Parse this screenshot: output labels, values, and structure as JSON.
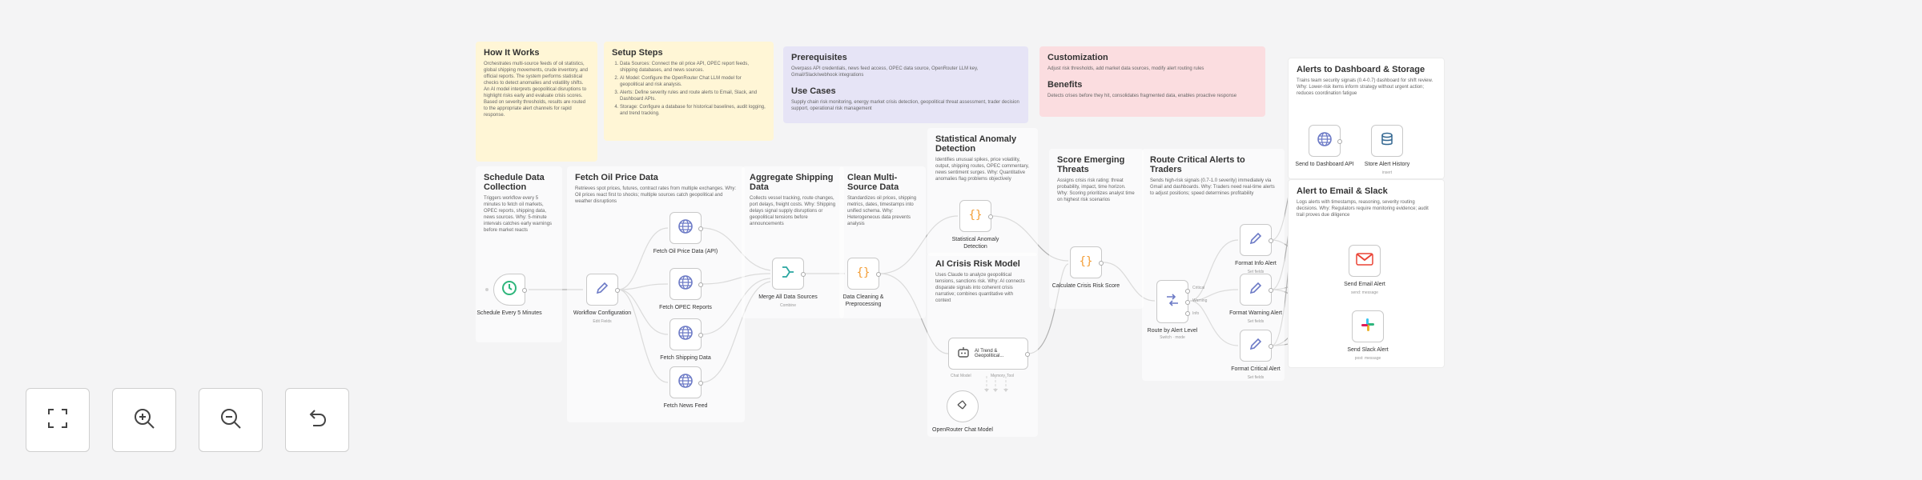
{
  "stickies": {
    "how": {
      "title": "How It Works",
      "body": "Orchestrates multi-source feeds of oil statistics, global shipping movements, crude inventory, and official reports. The system performs statistical checks to detect anomalies and volatility shifts. An AI model interprets geopolitical disruptions to highlight risks early and evaluate crisis scores. Based on severity thresholds, results are routed to the appropriate alert channels for rapid response."
    },
    "setup": {
      "title": "Setup Steps",
      "steps": [
        "Data Sources: Connect the oil price API, OPEC report feeds, shipping databases, and news sources.",
        "AI Model: Configure the OpenRouter Chat LLM model for geopolitical and risk analysis.",
        "Alerts: Define severity rules and route alerts to Email, Slack, and Dashboard APIs.",
        "Storage: Configure a database for historical baselines, audit logging, and trend tracking."
      ]
    },
    "prereq": {
      "title": "Prerequisites",
      "body": "Overpass API credentials, news feed access, OPEC data source, OpenRouter LLM key, Gmail/Slack/webhook integrations",
      "title2": "Use Cases",
      "body2": "Supply chain risk monitoring, energy market crisis detection, geopolitical threat assessment, trader decision support, operational risk management"
    },
    "custom": {
      "title": "Customization",
      "body": "Adjust risk thresholds, add market data sources, modify alert routing rules",
      "title2": "Benefits",
      "body2": "Detects crises before they hit, consolidates fragmented data, enables proactive response"
    },
    "schedule": {
      "title": "Schedule Data Collection",
      "body": "Triggers workflow every 5 minutes to fetch oil markets, OPEC reports, shipping data, news sources. Why: 5-minute intervals catches early warnings before market reacts"
    },
    "fetch": {
      "title": "Fetch Oil Price Data",
      "body": "Retrieves spot prices, futures, contract rates from multiple exchanges. Why: Oil prices react first to shocks; multiple sources catch geopolitical and weather disruptions"
    },
    "aggregate": {
      "title": "Aggregate Shipping Data",
      "body": "Collects vessel tracking, route changes, port delays, freight costs. Why: Shipping delays signal supply disruptions or geopolitical tensions before announcements"
    },
    "clean": {
      "title": "Clean Multi-Source Data",
      "body": "Standardizes oil prices, shipping metrics, dates, timestamps into unified schema. Why: Heterogeneous data prevents analysis"
    },
    "stat": {
      "title": "Statistical Anomaly Detection",
      "body": "Identifies unusual spikes, price volatility, output, shipping routes, OPEC commentary, news sentiment surges. Why: Quantitative anomalies flag problems objectively"
    },
    "ai": {
      "title": "AI Crisis Risk Model",
      "body": "Uses Claude to analyze geopolitical tensions, sanctions risk. Why: AI connects disparate signals into coherent crisis narrative; combines quantitative with context"
    },
    "score": {
      "title": "Score Emerging Threats",
      "body": "Assigns crisis risk rating: threat probability, impact, time horizon. Why: Scoring prioritizes analyst time on highest risk scenarios"
    },
    "route": {
      "title": "Route Critical Alerts to Traders",
      "body": "Sends high-risk signals (0.7-1.0 severity) immediately via Gmail and dashboards. Why: Traders need real-time alerts to adjust positions; speed determines profitability"
    },
    "dash": {
      "title": "Alerts to Dashboard & Storage",
      "body": "Trains team security signals (0.4-0.7) dashboard for shift review. Why: Lower-risk items inform strategy without urgent action; reduces coordination fatigue"
    },
    "email": {
      "title": "Alert to Email & Slack",
      "body": "Logs alerts with timestamps, reasoning, severity routing decisions. Why: Regulators require monitoring evidence; audit trail proves due diligence"
    }
  },
  "nodes": {
    "schedule": {
      "label": "Schedule Every 5 Minutes"
    },
    "config": {
      "label": "Workflow Configuration",
      "sub": "Edit Fields"
    },
    "oilprice": {
      "label": "Fetch Oil Price Data (API)"
    },
    "opec": {
      "label": "Fetch OPEC Reports"
    },
    "shipping": {
      "label": "Fetch Shipping Data"
    },
    "news": {
      "label": "Fetch News Feed"
    },
    "merge": {
      "label": "Merge All Data Sources",
      "sub": "Combine"
    },
    "cleaning": {
      "label": "Data Cleaning & Preprocessing"
    },
    "anomaly": {
      "label": "Statistical Anomaly Detection"
    },
    "aitrend": {
      "label": "AI Trend & Geopolitical...",
      "ports": [
        "Chat Model",
        "Memory",
        "Tool"
      ]
    },
    "openrouter": {
      "label": "OpenRouter Chat Model"
    },
    "crisis": {
      "label": "Calculate Crisis Risk Score"
    },
    "route": {
      "label": "Route by Alert Level",
      "sub": "Switch · mode",
      "outputs": [
        "Critical",
        "Warning",
        "Info"
      ]
    },
    "info": {
      "label": "Format Info Alert",
      "sub": "Set fields"
    },
    "warning": {
      "label": "Format Warning Alert",
      "sub": "Set fields"
    },
    "critical": {
      "label": "Format Critical Alert",
      "sub": "Set fields"
    },
    "sendapi": {
      "label": "Send to Dashboard API"
    },
    "history": {
      "label": "Store Alert History",
      "sub": "insert"
    },
    "gmail": {
      "label": "Send Email Alert",
      "sub": "send: message"
    },
    "slack": {
      "label": "Send Slack Alert",
      "sub": "post: message"
    }
  },
  "colors": {
    "sticky_yellow": "#fff6d6",
    "sticky_purple": "#e6e4f6",
    "sticky_pink": "#fbdde0",
    "trigger_green": "#2fb67c",
    "http_blue": "#6c7ac6",
    "code_orange": "#f39c33",
    "merge_teal": "#2aa6a0",
    "gmail_red": "#ea4335"
  },
  "controls": {
    "fit": "fit-view-icon",
    "zoom_in": "zoom-in-icon",
    "zoom_out": "zoom-out-icon",
    "reset": "undo-icon"
  }
}
